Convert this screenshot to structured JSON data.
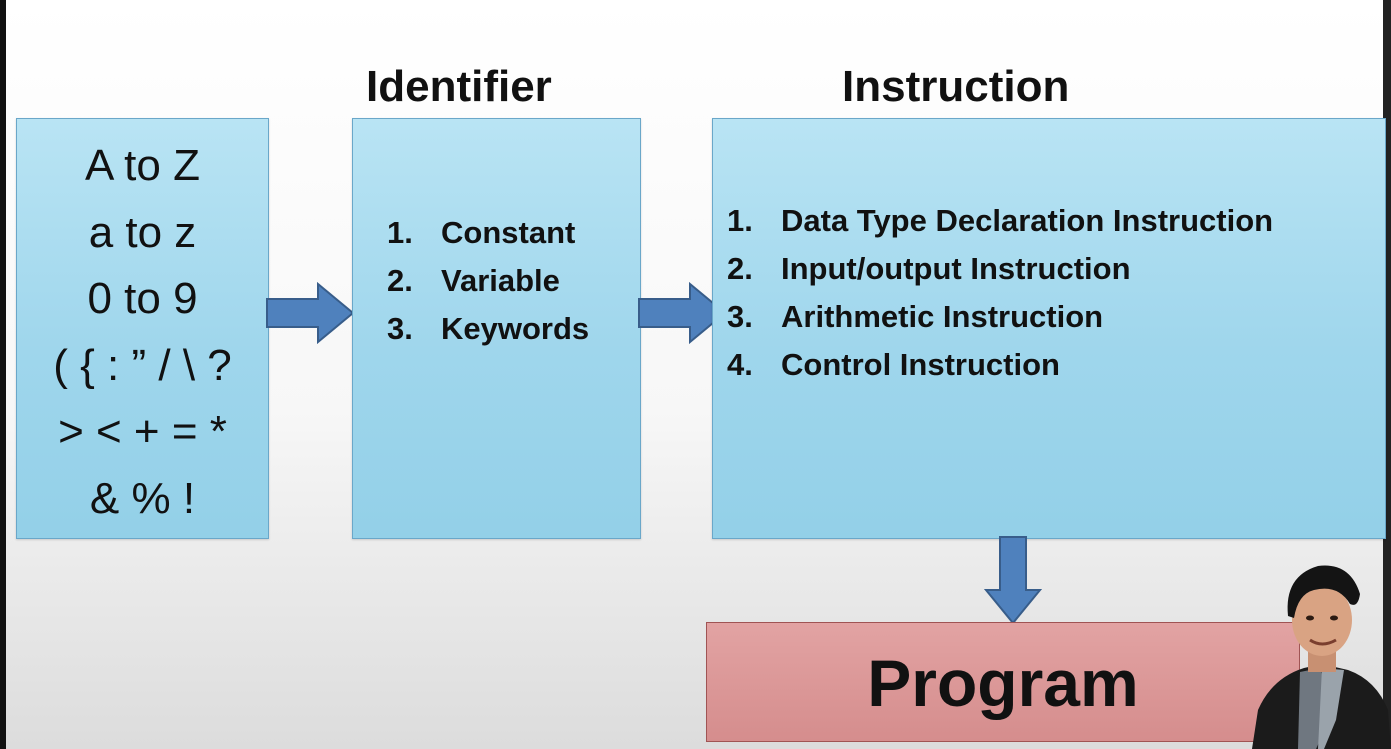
{
  "headings": {
    "identifier": "Identifier",
    "instruction": "Instruction"
  },
  "character_set": [
    "A to Z",
    "a to z",
    "0 to 9",
    "( { : ” / \\ ?",
    "> < + = *",
    "& % !"
  ],
  "identifier_items": [
    {
      "num": "1.",
      "label": "Constant"
    },
    {
      "num": "2.",
      "label": "Variable"
    },
    {
      "num": "3.",
      "label": "Keywords"
    }
  ],
  "instruction_items": [
    {
      "num": "1.",
      "label": "Data Type Declaration Instruction"
    },
    {
      "num": "2.",
      "label": "Input/output  Instruction"
    },
    {
      "num": "3.",
      "label": "Arithmetic Instruction"
    },
    {
      "num": "4.",
      "label": "Control Instruction"
    }
  ],
  "program_label": "Program",
  "colors": {
    "box_fill": "#a6d9ee",
    "box_border": "#6aa7c9",
    "arrow_fill": "#4f81bd",
    "arrow_stroke": "#385d8a",
    "program_fill": "#d99696"
  }
}
